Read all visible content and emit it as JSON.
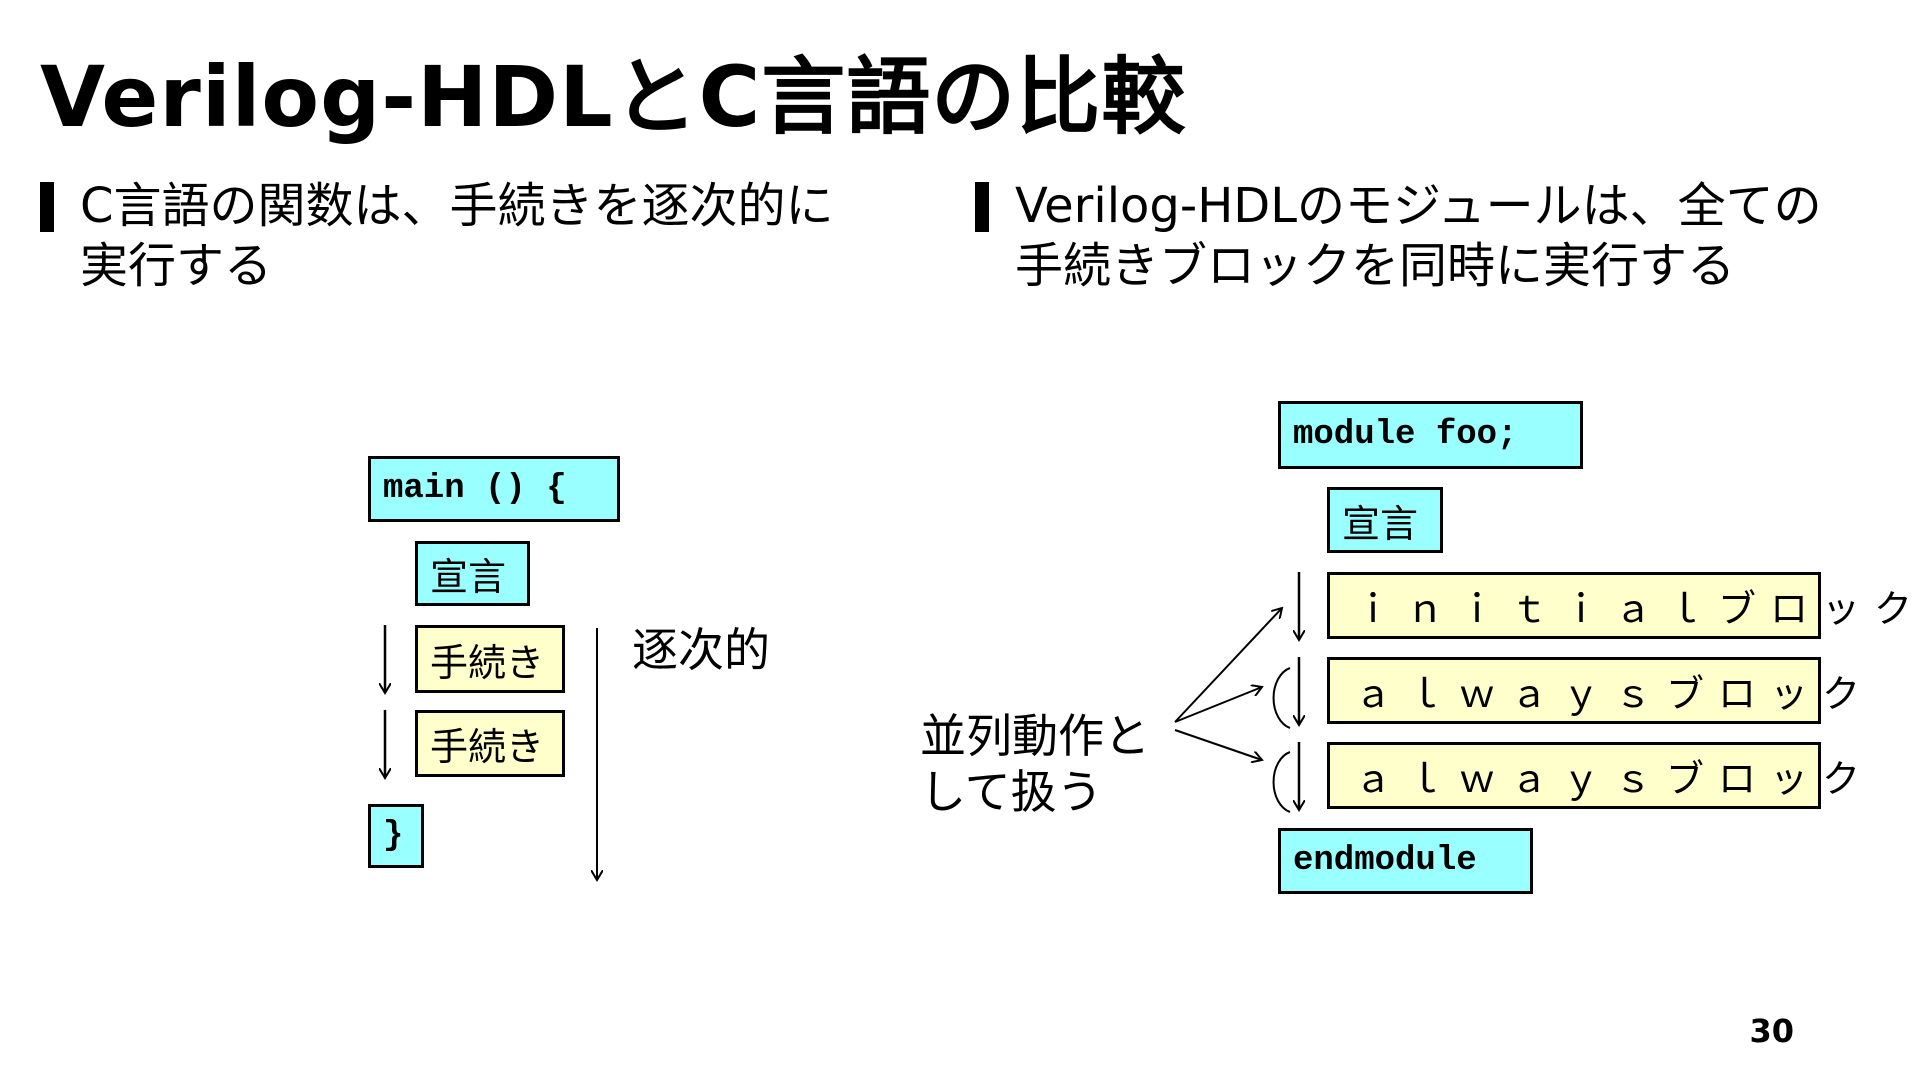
{
  "title": "Verilog-HDLとC言語の比較",
  "bullets": {
    "left": {
      "line1": "C言語の関数は、手続きを逐次的に",
      "line2": "実行する"
    },
    "right": {
      "line1": "Verilog-HDLのモジュールは、全ての",
      "line2": "手続きブロックを同時に実行する"
    }
  },
  "c_diagram": {
    "main": "main () {",
    "decl": "宣言",
    "proc1": "手続き",
    "proc2": "手続き",
    "close": "}",
    "sequential_label": "逐次的"
  },
  "verilog_diagram": {
    "module": "module foo;",
    "decl": "宣言",
    "initial_block": "ｉｎｉｔｉａｌブロック",
    "always_block_1": "ａｌｗａｙｓブロック",
    "always_block_2": "ａｌｗａｙｓブロック",
    "endmodule": "endmodule",
    "parallel_label_line1": "並列動作と",
    "parallel_label_line2": "して扱う"
  },
  "colors": {
    "code_box": "#99ffff",
    "procedure_box": "#ffffcc",
    "border": "#000000"
  },
  "page_number": "30"
}
